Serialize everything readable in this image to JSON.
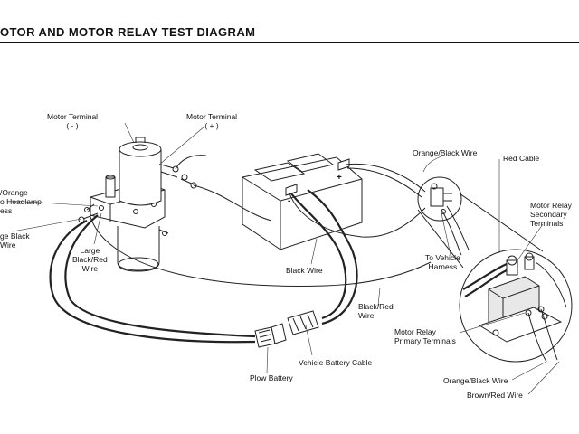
{
  "title": "OTOR AND MOTOR RELAY TEST DIAGRAM",
  "labels": {
    "motor_terminal_neg": [
      "Motor Terminal",
      "( - )"
    ],
    "motor_terminal_pos": [
      "Motor Terminal",
      "( + )"
    ],
    "orange_headlamp": [
      "/Orange",
      "o Headlamp",
      "ess"
    ],
    "large_black_wire": [
      "ge Black",
      "Wire"
    ],
    "large_black_red_wire": [
      "Large",
      "Black/Red",
      "Wire"
    ],
    "orange_black_wire_top": "Orange/Black Wire",
    "red_cable": "Red Cable",
    "motor_relay_secondary": [
      "Motor Relay",
      "Secondary",
      "Terminals"
    ],
    "to_vehicle_harness": [
      "To Vehicle",
      "Harness"
    ],
    "black_wire": "Black Wire",
    "black_red_wire": [
      "Black/Red",
      "Wire"
    ],
    "motor_relay_primary": [
      "Motor Relay",
      "Primary Terminals"
    ],
    "vehicle_battery_cable": "Vehicle Battery Cable",
    "plow_battery": "Plow Battery",
    "orange_black_wire_bottom": "Orange/Black Wire",
    "brown_red_wire": "Brown/Red Wire",
    "battery_pos": "+",
    "battery_neg": "-"
  }
}
